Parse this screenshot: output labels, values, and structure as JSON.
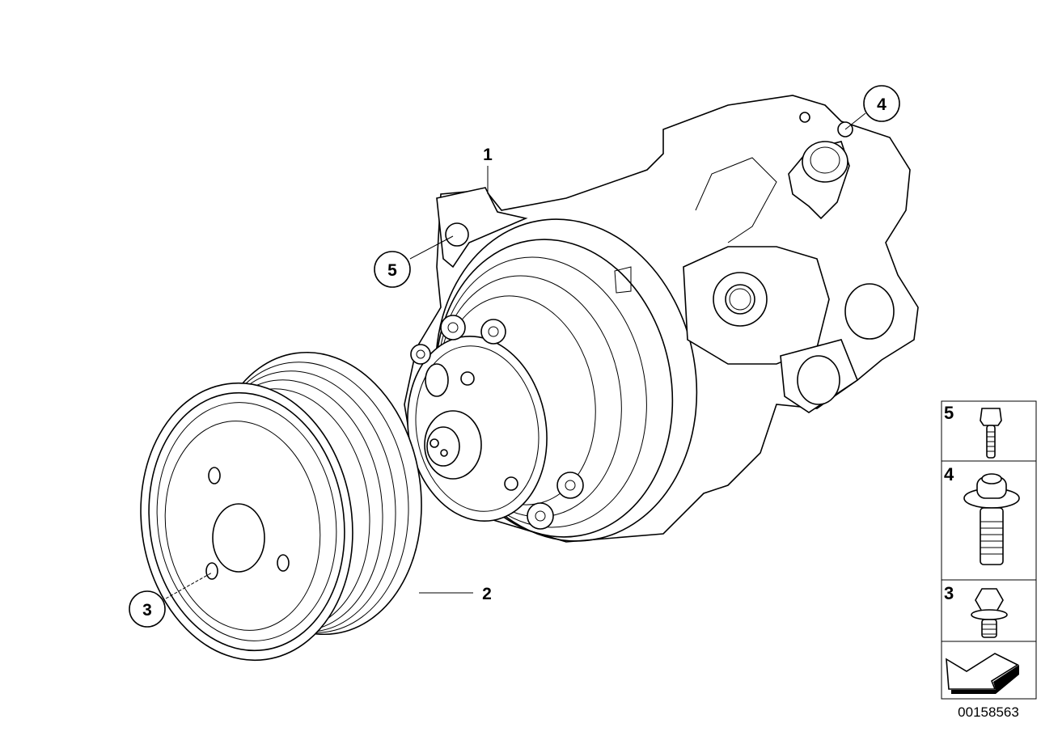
{
  "diagram": {
    "callouts": [
      {
        "id": "callout-1",
        "label": "1"
      },
      {
        "id": "callout-2",
        "label": "2"
      },
      {
        "id": "callout-3",
        "label": "3"
      },
      {
        "id": "callout-4",
        "label": "4"
      },
      {
        "id": "callout-5",
        "label": "5"
      }
    ],
    "legend": [
      {
        "label": "5",
        "part": "torx-bolt-small"
      },
      {
        "label": "4",
        "part": "torx-collar-bolt"
      },
      {
        "label": "3",
        "part": "hex-flange-bolt"
      }
    ],
    "drawing_number": "00158563",
    "colors": {
      "line": "#000000",
      "background": "#ffffff"
    }
  }
}
